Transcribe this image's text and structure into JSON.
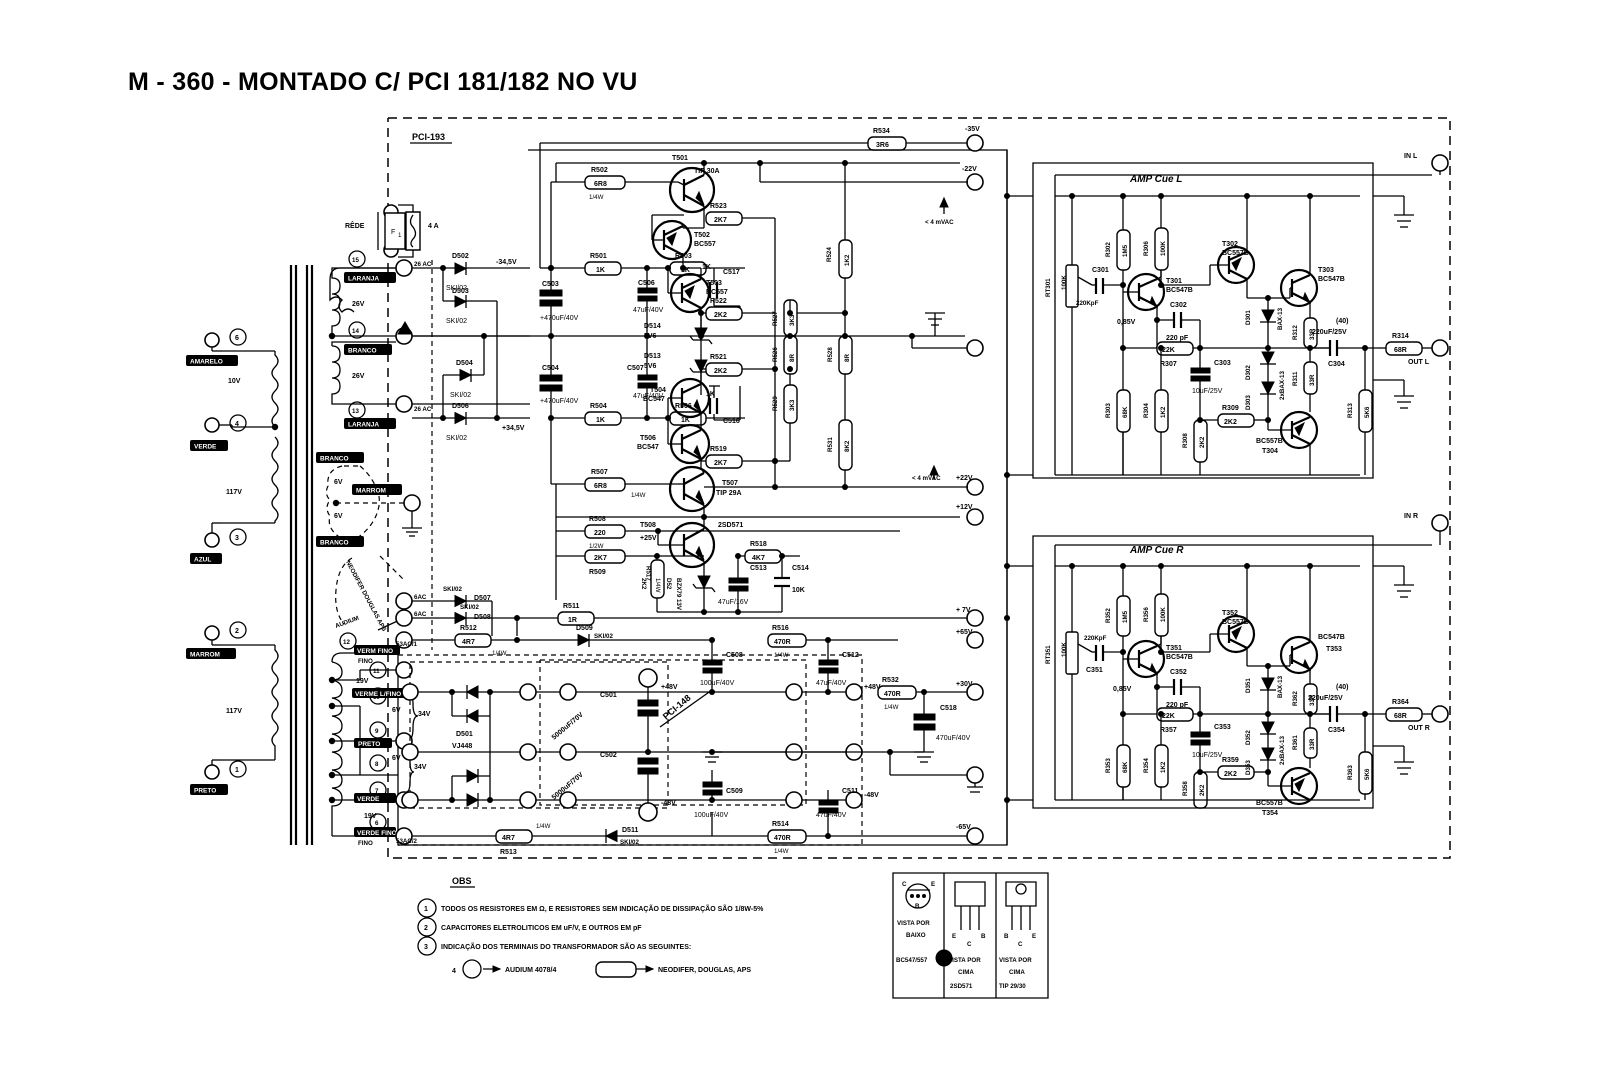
{
  "document": {
    "title": "M - 360 - MONTADO C/ PCI 181/182 NO VU",
    "board_main": "PCI-193",
    "board_filter": "PCI-148"
  },
  "mains": {
    "label": "RÊDE",
    "fuse_ref": "F1",
    "fuse_rating": "4 A"
  },
  "transformer_primary": {
    "taps": [
      {
        "pin": "6",
        "color": "AMARELO",
        "value": "10V"
      },
      {
        "pin": "4",
        "color": "VERDE",
        "value": "117V"
      },
      {
        "pin": "3",
        "color": "AZUL",
        "value": ""
      },
      {
        "pin": "2",
        "color": "MARROM",
        "value": "117V"
      },
      {
        "pin": "1",
        "color": "PRETO",
        "value": ""
      }
    ]
  },
  "transformer_secondary_top": {
    "windings": [
      {
        "pin": "15",
        "color": "LARANJA",
        "value": "26V",
        "out": "26 AC"
      },
      {
        "pin": "14",
        "color": "BRANCO",
        "value": "26V",
        "out": ""
      },
      {
        "pin": "13",
        "color": "LARANJA",
        "value": "",
        "out": "26 AC"
      }
    ],
    "aux": [
      {
        "color": "BRANCO",
        "value": "6V"
      },
      {
        "color": "MARROM",
        "value": "6V"
      },
      {
        "color": "BRANCO",
        "value": ""
      }
    ],
    "brands_note": "NEODIFER DOUGLAS APS",
    "brand_alt": "AUDIUM",
    "ac_taps": [
      "6AC",
      "6AC",
      "53AC/1"
    ]
  },
  "transformer_secondary_bottom": {
    "taps": [
      {
        "pin": "12",
        "color": "VERM FINO",
        "value": "19V"
      },
      {
        "pin": "11",
        "color": "VERME L/FINO",
        "value": ""
      },
      {
        "pin": "10",
        "color": "",
        "value": "6V"
      },
      {
        "pin": "9",
        "color": "PRETO",
        "value": "34V"
      },
      {
        "pin": "8",
        "color": "",
        "value": "6V"
      },
      {
        "pin": "7",
        "color": "VERDE",
        "value": "34V"
      },
      {
        "pin": "6",
        "color": "VERDE FINO",
        "value": "19V"
      }
    ],
    "ac_bottom": "53AC/2"
  },
  "rails": {
    "neg_345": "-34,5V",
    "pos_345": "+34,5V",
    "n35": "-35V",
    "n22": "-22V",
    "p22": "+22V",
    "p12": "+12V",
    "p7": "+ 7V",
    "p65": "+65V",
    "p30": "+30V",
    "n65": "-65V",
    "p25": "+25V",
    "p48": "+48V",
    "n48": "-48V",
    "ripple": "< 4 mVAC"
  },
  "io": {
    "in_l": "IN L",
    "in_r": "IN R",
    "out_l": "OUT L",
    "out_r": "OUT R"
  },
  "psu_components": [
    {
      "ref": "D502",
      "val": "SKI/02"
    },
    {
      "ref": "D503",
      "val": "SKI/02"
    },
    {
      "ref": "D504",
      "val": "SKI/02"
    },
    {
      "ref": "D506",
      "val": "SKI/02"
    },
    {
      "ref": "D507",
      "val": "SKI/02"
    },
    {
      "ref": "D508",
      "val": "SKI/02"
    },
    {
      "ref": "D509",
      "val": "SKI/02"
    },
    {
      "ref": "D511",
      "val": "SKI/02"
    },
    {
      "ref": "C503",
      "val": "+470uF/40V"
    },
    {
      "ref": "C504",
      "val": "+470uF/40V"
    },
    {
      "ref": "C506",
      "val": "47uF/40V"
    },
    {
      "ref": "C507",
      "val": "47uF/40V"
    },
    {
      "ref": "R501",
      "val": "1K"
    },
    {
      "ref": "R503",
      "val": "1K"
    },
    {
      "ref": "R504",
      "val": "1K"
    },
    {
      "ref": "R506",
      "val": "1K"
    },
    {
      "ref": "R534",
      "val": "3R6"
    }
  ],
  "regulator": {
    "t501": {
      "ref": "T501",
      "type": "TIP 30A"
    },
    "t502": {
      "ref": "T502",
      "type": "BC557"
    },
    "t503": {
      "ref": "T503",
      "type": "BC557"
    },
    "t504": {
      "ref": "T504",
      "type": "BC547"
    },
    "t506": {
      "ref": "T506",
      "type": "BC547"
    },
    "t507": {
      "ref": "T507",
      "type": "TIP 29A"
    },
    "t508": {
      "ref": "T508",
      "type": "2SD571"
    },
    "d514": {
      "ref": "D514",
      "val": "5V6"
    },
    "d513": {
      "ref": "D513",
      "val": "5V6"
    },
    "d52": {
      "ref": "D52",
      "val": "BZX79 13V"
    },
    "r523": {
      "ref": "R523",
      "val": "2K7"
    },
    "r522": {
      "ref": "R522",
      "val": "2K2"
    },
    "r521": {
      "ref": "R521",
      "val": "2K2"
    },
    "r519": {
      "ref": "R519",
      "val": "2K7"
    },
    "r524": {
      "ref": "R524",
      "val": "1K2"
    },
    "r527": {
      "ref": "R527",
      "val": "3K3"
    },
    "r529": {
      "ref": "R529",
      "val": "3K3"
    },
    "r526": {
      "ref": "R526",
      "val": "8R"
    },
    "r528": {
      "ref": "R528",
      "val": "8R"
    },
    "r531": {
      "ref": "R531",
      "val": "8K2"
    },
    "r507": {
      "ref": "R507",
      "val": "6R8",
      "pw": "1/4W"
    },
    "r502": {
      "ref": "R502",
      "val": "6R8",
      "pw": "1/4W"
    },
    "r508": {
      "ref": "R508",
      "val": "220",
      "pw": "1/2W"
    },
    "r509": {
      "ref": "R509",
      "val": "2K7"
    },
    "r517": {
      "ref": "R517",
      "val": "2K2",
      "pw": "1/4W"
    },
    "r518": {
      "ref": "R518",
      "val": "4K7"
    },
    "c517": {
      "ref": "C517",
      "val": "1K"
    },
    "c516": {
      "ref": "C516",
      "val": "1K"
    },
    "c513": {
      "ref": "C513",
      "val": "47uF/16V"
    },
    "c514": {
      "ref": "C514",
      "val": "10K"
    }
  },
  "filter_section": {
    "r511": {
      "ref": "R511",
      "val": "1R"
    },
    "r512": {
      "ref": "R512",
      "val": "4R7",
      "pw": "1/4W"
    },
    "r513": {
      "ref": "R513",
      "val": "4R7",
      "pw": "1/4W"
    },
    "r516": {
      "ref": "R516",
      "val": "470R",
      "pw": "1/4W"
    },
    "r514": {
      "ref": "R514",
      "val": "470R",
      "pw": "1/4W"
    },
    "r532": {
      "ref": "R532",
      "val": "470R",
      "pw": "1/4W"
    },
    "c501": {
      "ref": "C501",
      "val": "5000uF/70V"
    },
    "c502": {
      "ref": "C502",
      "val": "5000uF/70V"
    },
    "c508": {
      "ref": "C508",
      "val": "100uF/40V"
    },
    "c509": {
      "ref": "C509",
      "val": "100uF/40V"
    },
    "c511": {
      "ref": "C511",
      "val": "47uF/40V"
    },
    "c512": {
      "ref": "C512",
      "val": "47uF/40V"
    },
    "c518": {
      "ref": "C518",
      "val": "470uF/40V"
    },
    "d501": {
      "ref": "D501",
      "val": "VJ448"
    }
  },
  "amp_cue_l": {
    "title": "AMP Cue L",
    "rt301": {
      "ref": "RT301",
      "val": "100K"
    },
    "c301": {
      "ref": "C301",
      "val": "220KpF"
    },
    "r302": {
      "ref": "R302",
      "val": "1M5"
    },
    "r306": {
      "ref": "R306",
      "val": "100K"
    },
    "r303": {
      "ref": "R303",
      "val": "68K"
    },
    "r304": {
      "ref": "R304",
      "val": "1K2"
    },
    "r307": {
      "ref": "R307",
      "val": "22K"
    },
    "r308": {
      "ref": "R308",
      "val": "2K2"
    },
    "r309": {
      "ref": "R309",
      "val": "2K2"
    },
    "r311": {
      "ref": "R311",
      "val": "33R"
    },
    "r312": {
      "ref": "R312",
      "val": "33R"
    },
    "r313": {
      "ref": "R313",
      "val": "5K6"
    },
    "r314": {
      "ref": "R314",
      "val": "68R"
    },
    "c302": {
      "ref": "C302",
      "val": "220 pF"
    },
    "c303": {
      "ref": "C303",
      "val": "10uF/25V"
    },
    "c304": {
      "ref": "C304",
      "val": "220uF/25V",
      "note": "(40)"
    },
    "t301": {
      "ref": "T301",
      "type": "BC547B"
    },
    "t302": {
      "ref": "T302",
      "type": "BC557B"
    },
    "t303": {
      "ref": "T303",
      "type": "BC547B"
    },
    "t304": {
      "ref": "T304",
      "type": "BC557B"
    },
    "d301": {
      "ref": "D301",
      "val": "BAX-13"
    },
    "d302": {
      "ref": "D302",
      "val": "2xBAX-13"
    },
    "d303": {
      "ref": "D303",
      "val": ""
    },
    "bias": "0,85V"
  },
  "amp_cue_r": {
    "title": "AMP Cue R",
    "rt351": {
      "ref": "RT351",
      "val": "100K"
    },
    "c351": {
      "ref": "C351",
      "val": "220KpF"
    },
    "r352": {
      "ref": "R352",
      "val": "1M5"
    },
    "r356": {
      "ref": "R356",
      "val": "100K"
    },
    "r353": {
      "ref": "R353",
      "val": "68K"
    },
    "r354": {
      "ref": "R354",
      "val": "1K2"
    },
    "r357": {
      "ref": "R357",
      "val": "22K"
    },
    "r358": {
      "ref": "R358",
      "val": "2K2"
    },
    "r359": {
      "ref": "R359",
      "val": "2K2"
    },
    "r361": {
      "ref": "R361",
      "val": "33R"
    },
    "r362": {
      "ref": "R362",
      "val": "33R"
    },
    "r363": {
      "ref": "R363",
      "val": "5K6"
    },
    "r364": {
      "ref": "R364",
      "val": "68R"
    },
    "c352": {
      "ref": "C352",
      "val": "220 pF"
    },
    "c353": {
      "ref": "C353",
      "val": "10uF/25V"
    },
    "c354": {
      "ref": "C354",
      "val": "220uF/25V",
      "note": "(40)"
    },
    "t351": {
      "ref": "T351",
      "type": "BC547B"
    },
    "t352": {
      "ref": "T352",
      "type": "BC557B"
    },
    "t353": {
      "ref": "T353",
      "type": "BC547B"
    },
    "t354": {
      "ref": "T354",
      "type": "BC557B"
    },
    "d351": {
      "ref": "D351",
      "val": "BAX-13"
    },
    "d352": {
      "ref": "D352",
      "val": "2xBAX-13"
    },
    "d353": {
      "ref": "D353",
      "val": ""
    },
    "bias": "0,85V"
  },
  "notes": {
    "heading": "OBS",
    "items": [
      "TODOS OS RESISTORES EM Ω, E RESISTORES SEM INDICAÇÃO DE DISSIPAÇÃO SÃO 1/8W-5%",
      "CAPACITORES  ELETROLITICOS EM uF/V, E OUTROS EM pF",
      "INDICAÇÃO DOS TERMINAIS DO TRANSFORMADOR SÃO AS SEGUINTES:"
    ],
    "legend_circle": "AUDIUM 4078/4",
    "legend_rect": "NEODIFER, DOUGLAS, APS",
    "legend_circle_prefix": "4"
  },
  "pinouts": {
    "p1": {
      "part": "BC547/557",
      "view": "VISTA POR BAIXO",
      "pins": [
        "C",
        "E",
        "B"
      ]
    },
    "p2": {
      "part": "2SD571",
      "view": "VISTA POR CIMA",
      "pins": [
        "E",
        "C",
        "B"
      ]
    },
    "p3": {
      "part": "TIP 29/30",
      "view": "VISTA POR CIMA",
      "pins": [
        "B",
        "C",
        "E"
      ]
    }
  }
}
